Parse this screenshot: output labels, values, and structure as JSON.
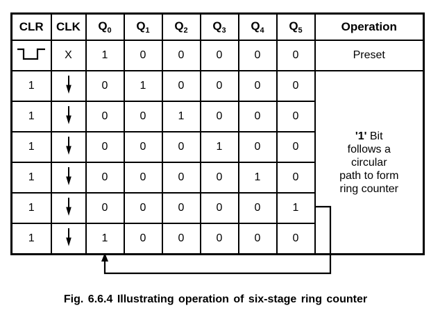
{
  "table": {
    "col_headers": {
      "clr": "CLR",
      "clk": "CLK",
      "q": [
        {
          "base": "Q",
          "sub": "0"
        },
        {
          "base": "Q",
          "sub": "1"
        },
        {
          "base": "Q",
          "sub": "2"
        },
        {
          "base": "Q",
          "sub": "3"
        },
        {
          "base": "Q",
          "sub": "4"
        },
        {
          "base": "Q",
          "sub": "5"
        }
      ],
      "operation": "Operation"
    },
    "rows": [
      {
        "clr_symbol": "negative-pulse",
        "clk": "X",
        "q": [
          "1",
          "0",
          "0",
          "0",
          "0",
          "0"
        ],
        "highlight": 0,
        "operation": "Preset"
      },
      {
        "clr": "1",
        "clk_symbol": "down-arrow",
        "q": [
          "0",
          "1",
          "0",
          "0",
          "0",
          "0"
        ],
        "highlight": 1
      },
      {
        "clr": "1",
        "clk_symbol": "down-arrow",
        "q": [
          "0",
          "0",
          "1",
          "0",
          "0",
          "0"
        ],
        "highlight": 2
      },
      {
        "clr": "1",
        "clk_symbol": "down-arrow",
        "q": [
          "0",
          "0",
          "0",
          "1",
          "0",
          "0"
        ],
        "highlight": 3
      },
      {
        "clr": "1",
        "clk_symbol": "down-arrow",
        "q": [
          "0",
          "0",
          "0",
          "0",
          "1",
          "0"
        ],
        "highlight": 4
      },
      {
        "clr": "1",
        "clk_symbol": "down-arrow",
        "q": [
          "0",
          "0",
          "0",
          "0",
          "0",
          "1"
        ],
        "highlight": 5
      },
      {
        "clr": "1",
        "clk_symbol": "down-arrow",
        "q": [
          "1",
          "0",
          "0",
          "0",
          "0",
          "0"
        ],
        "highlight": null
      }
    ],
    "operation_note": {
      "line1_bold": "'1'",
      "line1_rest": " Bit",
      "lines": [
        "follows a",
        "circular",
        "path to form",
        "ring counter"
      ]
    }
  },
  "icons": {
    "clr_preset": "negative-pulse-icon",
    "clk_edge": "down-arrow-icon",
    "feedback": "feedback-loop-arrow-icon"
  },
  "caption": "Fig. 6.6.4 Illustrating operation of six-stage ring counter",
  "colors": {
    "cell_highlight": "#cccccc",
    "line": "#000000",
    "background": "#ffffff",
    "text": "#000000"
  }
}
